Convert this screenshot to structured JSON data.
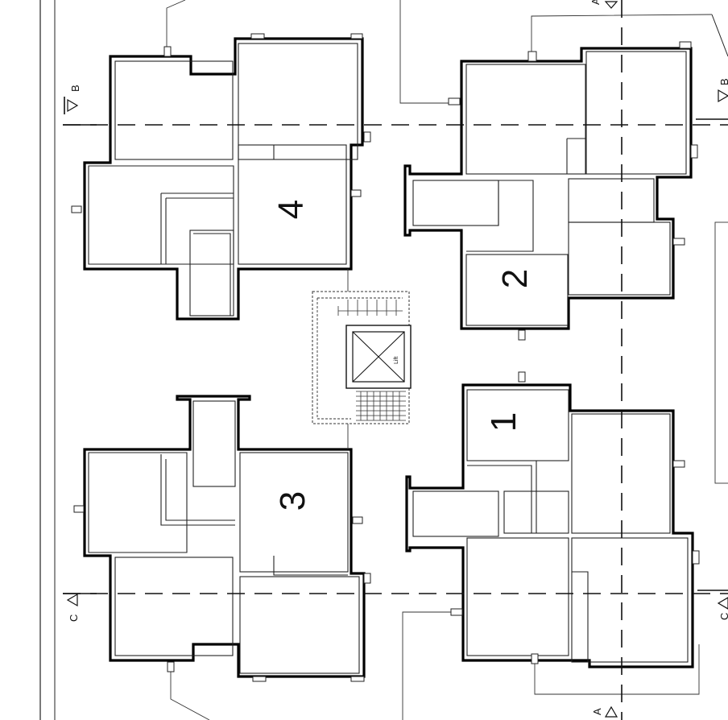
{
  "plan": {
    "units": [
      {
        "number": "1"
      },
      {
        "number": "2"
      },
      {
        "number": "3"
      },
      {
        "number": "4"
      }
    ],
    "core": {
      "lift_label": "Lift"
    },
    "section_marks": {
      "a_letter": "A",
      "b_letter": "B",
      "c_letter": "C"
    }
  }
}
